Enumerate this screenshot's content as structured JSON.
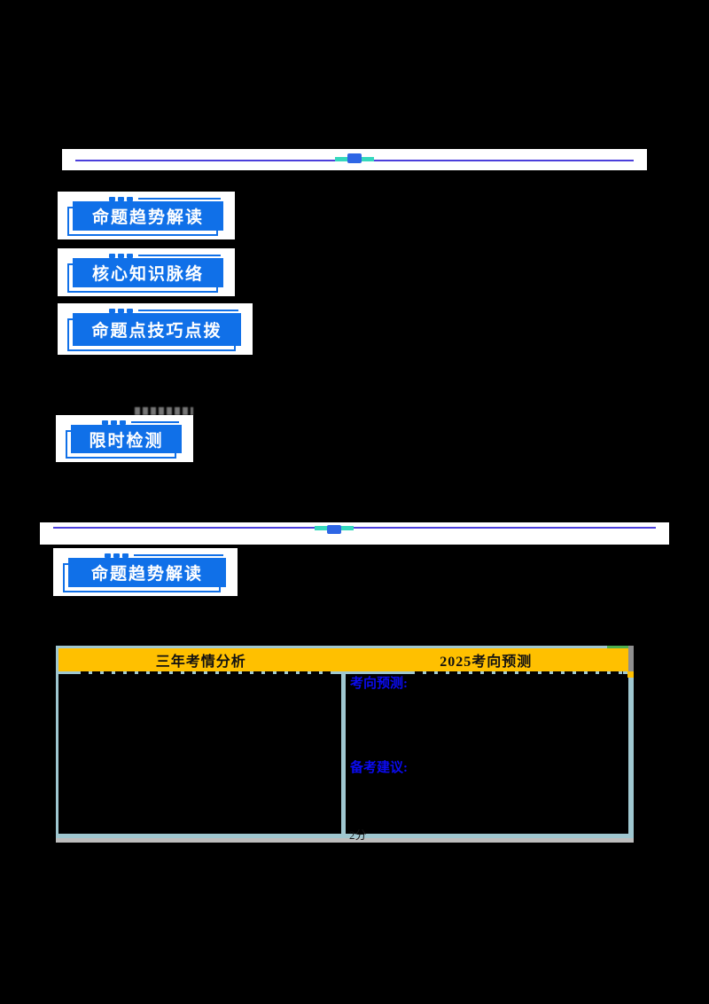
{
  "page": {
    "background": "#000000",
    "description": "chinese-exam-review-document"
  },
  "buttons": [
    {
      "label": "命题趋势解读"
    },
    {
      "label": "核心知识脉络"
    },
    {
      "label": "命题点技巧点拨"
    },
    {
      "label": "限时检测"
    },
    {
      "label": "命题趋势解读"
    }
  ],
  "table": {
    "headers": [
      "三年考情分析",
      "2025考向预测"
    ],
    "right_cell": {
      "label_top": "考向预测:",
      "label_mid": "备考建议:",
      "bottom_fragment": "2分"
    }
  },
  "colors": {
    "pagebg": "#000000",
    "btnblue": "#1070E8",
    "linepurple": "#4B3FDB",
    "ornteal": "#35D8BD",
    "ornblue": "#2E66E5",
    "tblborder": "#9FC7D0",
    "headeryellow": "#FFC000",
    "labelblue": "#0B0BEF",
    "green": "#4CAF50",
    "graystrip": "#BDBDBD"
  }
}
